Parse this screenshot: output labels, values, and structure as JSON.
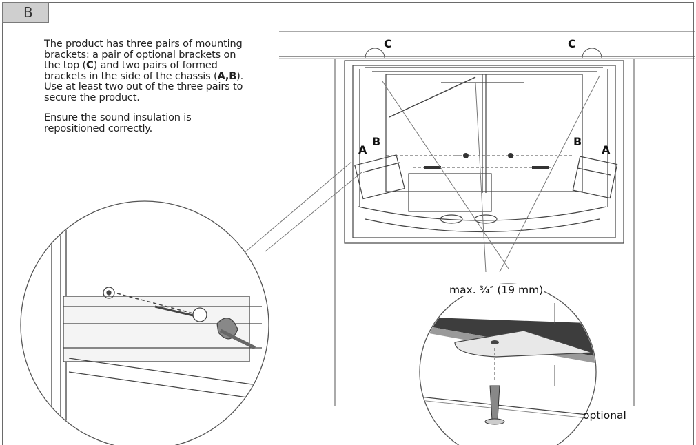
{
  "step": {
    "letter": "B"
  },
  "instructions": {
    "p1_a": "The product has three pairs of mounting brackets: a pair of optional brackets on the top (",
    "p1_c": "C",
    "p1_b": ") and two pairs of formed brackets in the side of the chassis (",
    "p1_ab": "A,B",
    "p1_end": "). Use at least two out of the three pairs to secure the product.",
    "p2": "Ensure the sound insulation is repositioned correctly."
  },
  "labels": {
    "top_left": "C",
    "top_right": "C",
    "side_a_left": "A",
    "side_b_left": "B",
    "side_b_right": "B",
    "side_a_right": "A"
  },
  "callouts": {
    "max_gap": "max. ¾″ (19 mm)",
    "optional": "optional"
  }
}
